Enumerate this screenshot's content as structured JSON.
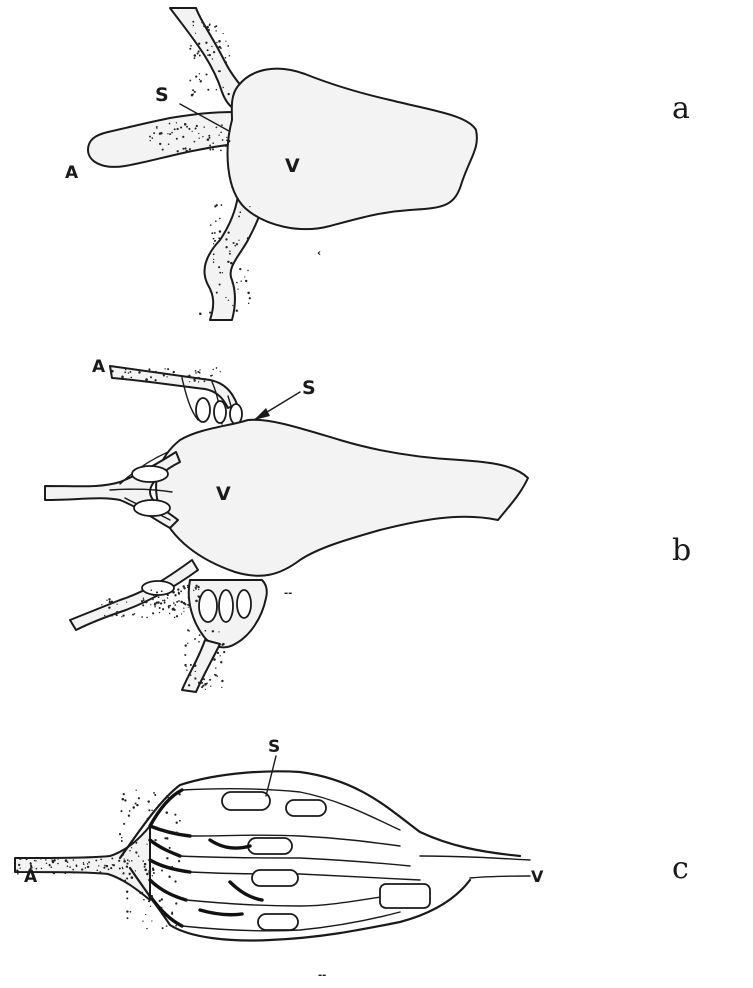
{
  "panels": [
    {
      "id": "a",
      "letter": "a",
      "labels": {
        "artery": "A",
        "vein": "V",
        "shunt": "S"
      }
    },
    {
      "id": "b",
      "letter": "b",
      "labels": {
        "artery": "A",
        "vein": "V",
        "shunt": "S"
      }
    },
    {
      "id": "c",
      "letter": "c",
      "labels": {
        "artery": "A",
        "vein": "V",
        "shunt": "S"
      }
    }
  ]
}
